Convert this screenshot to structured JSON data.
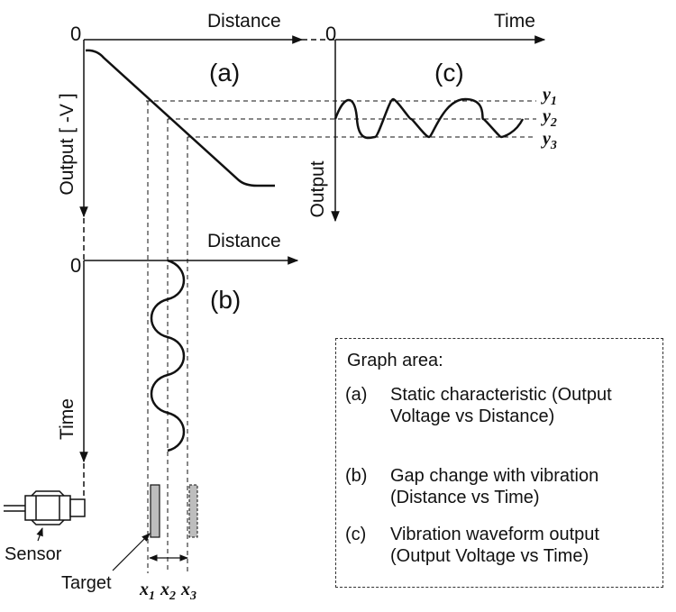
{
  "panels": {
    "a": {
      "tag": "(a)",
      "xlabel": "Distance",
      "ylabel": "Output [ -V ]",
      "origin": "0"
    },
    "b": {
      "tag": "(b)",
      "xlabel": "Distance",
      "ylabel": "Time",
      "origin": "0"
    },
    "c": {
      "tag": "(c)",
      "xlabel": "Time",
      "ylabel": "Output",
      "origin": "0"
    }
  },
  "levels": {
    "y": [
      {
        "base": "y",
        "sub": "1"
      },
      {
        "base": "y",
        "sub": "2"
      },
      {
        "base": "y",
        "sub": "3"
      }
    ],
    "x": [
      {
        "base": "x",
        "sub": "1"
      },
      {
        "base": "x",
        "sub": "2"
      },
      {
        "base": "x",
        "sub": "3"
      }
    ]
  },
  "labels": {
    "sensor": "Sensor",
    "target": "Target"
  },
  "legend": {
    "title": "Graph area:",
    "items": [
      {
        "key": "(a)",
        "text": "Static characteristic (Output Voltage vs Distance)"
      },
      {
        "key": "(b)",
        "text": "Gap change with vibration (Distance vs Time)"
      },
      {
        "key": "(c)",
        "text": "Vibration waveform output (Output Voltage vs Time)"
      }
    ]
  },
  "colors": {
    "line": "#111111",
    "target_fill": "#bdbdbd"
  }
}
